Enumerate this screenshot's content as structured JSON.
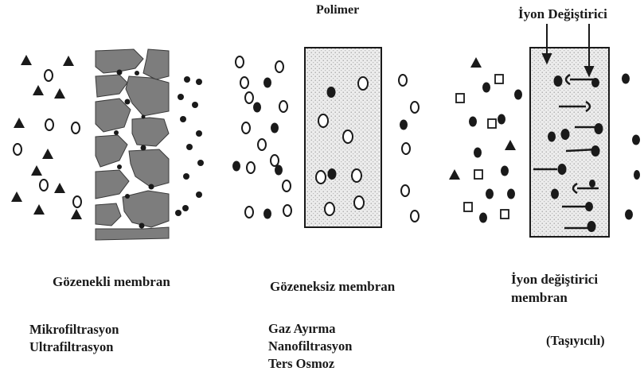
{
  "labels": {
    "polymer": "Polimer",
    "ion_exchanger": "İyon Değiştirici"
  },
  "membranes": [
    {
      "name": "Gözenekli membran",
      "processes": [
        "Mikrofiltrasyon",
        "Ultrafiltrasyon"
      ]
    },
    {
      "name": "Gözeneksiz membran",
      "processes": [
        "Gaz Ayırma",
        "Nanofiltrasyon",
        "Ters Osmoz"
      ]
    },
    {
      "name_line1": "İyon değiştirici",
      "name_line2": "membran",
      "note": "(Taşıyıcılı)"
    }
  ],
  "colors": {
    "ink": "#1a1a1a",
    "porous_grain": "#7a7a7a",
    "dense_fill": "#e6e6e6"
  }
}
